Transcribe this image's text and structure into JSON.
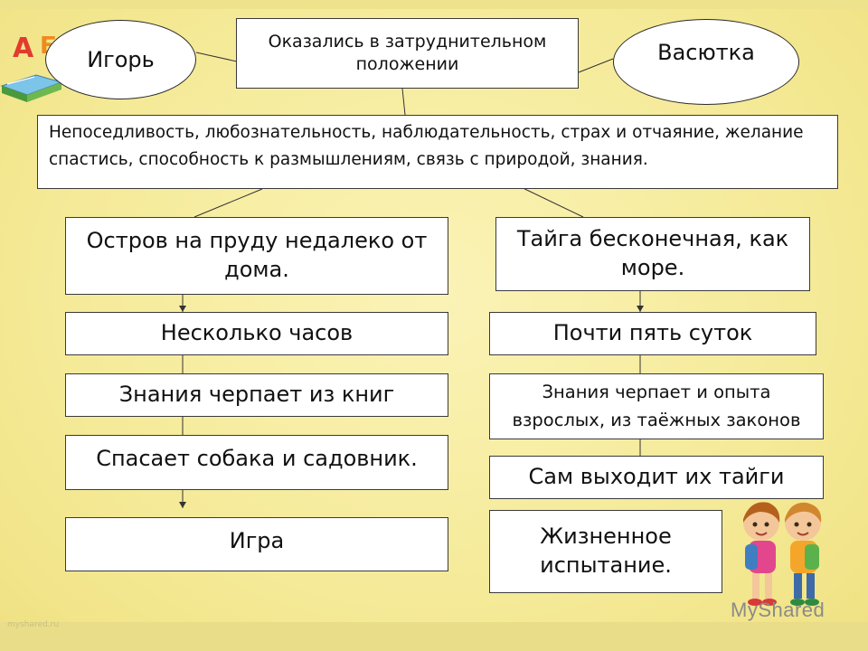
{
  "ellipses": {
    "left": "Игорь",
    "right": "Васютка"
  },
  "header_box": "Оказались в затруднительном положении",
  "traits": "Непоседливость, любознательность, наблюдательность, страх и отчаяние, желание спастись, способность к размышлениям, связь с природой, знания.",
  "left_column": [
    "Остров на пруду недалеко от дома.",
    "Несколько часов",
    "Знания черпает из книг",
    "Спасает собака и садовник.",
    "Игра"
  ],
  "right_column": [
    "Тайга бесконечная, как море.",
    "Почти пять суток",
    "Знания черпает и опыта взрослых, из таёжных законов",
    "Сам выходит их тайги",
    "Жизненное испытание."
  ],
  "watermark": "MyShared",
  "colors": {
    "background": "#f6ec9d",
    "box_fill": "#ffffff",
    "border": "#3a3a3a"
  }
}
